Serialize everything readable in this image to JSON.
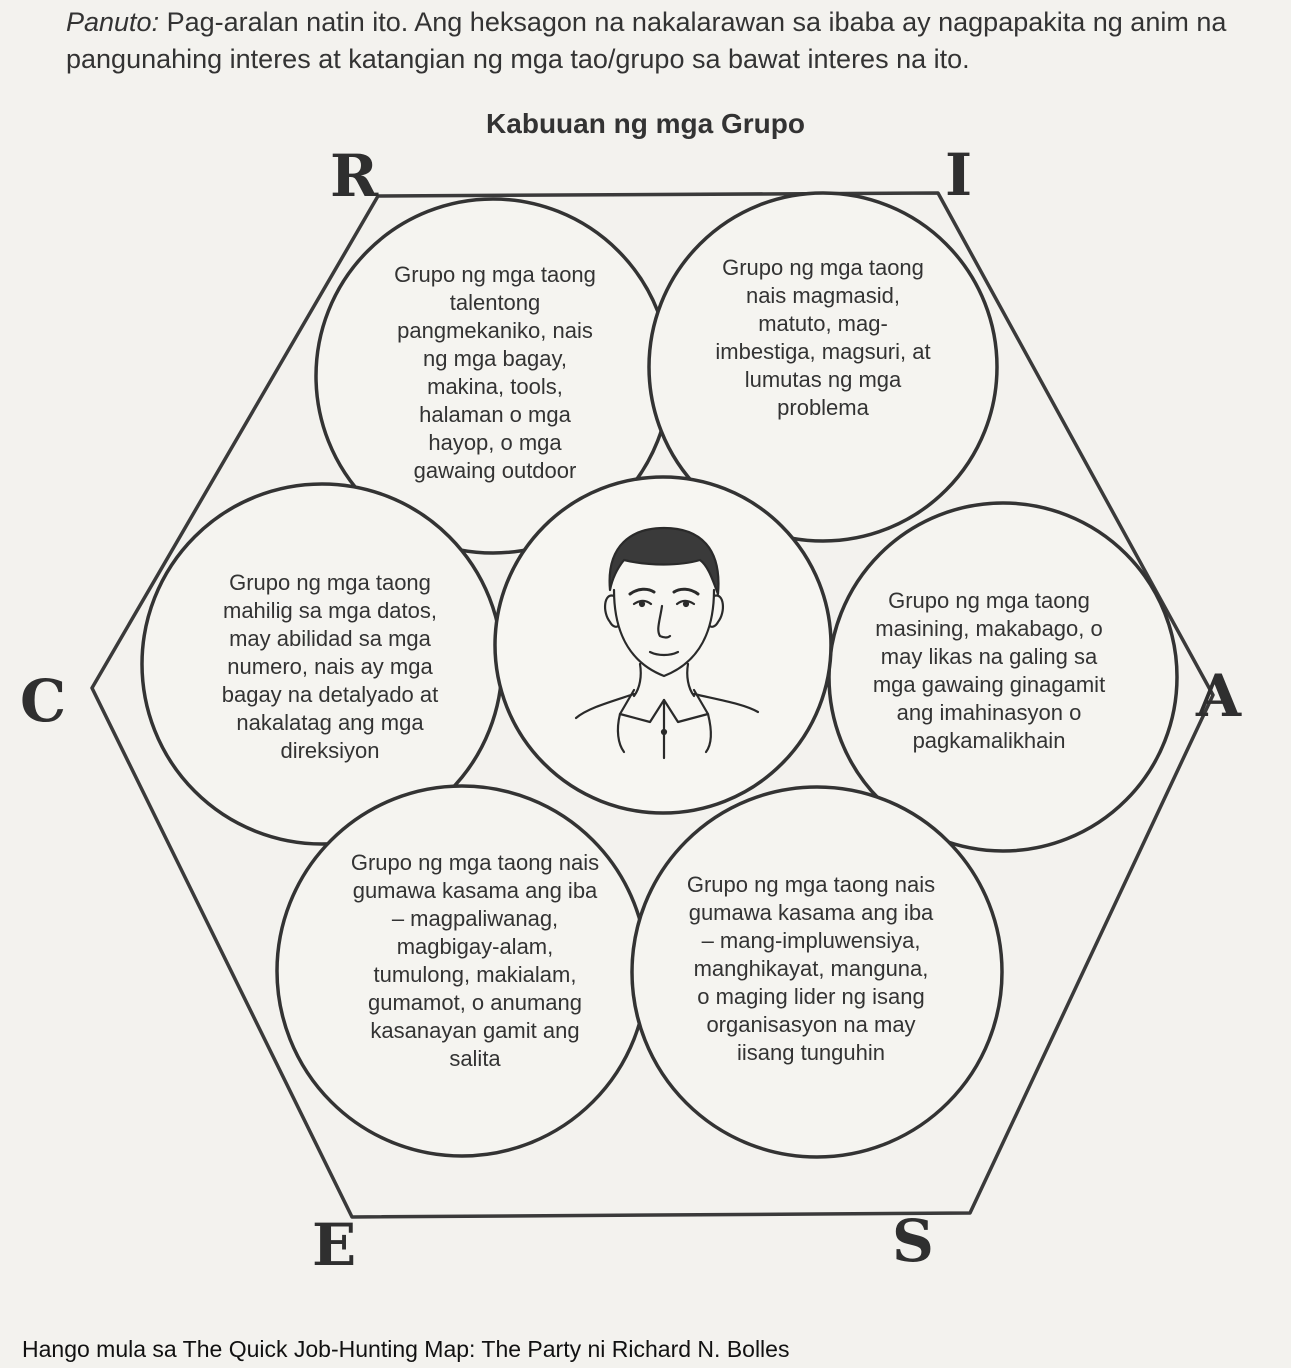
{
  "instructions": {
    "label": "Panuto:",
    "text": "Pag-aralan natin ito. Ang heksagon na nakalarawan sa ibaba ay nagpapakita ng anim na pangunahing interes at katangian ng mga tao/grupo sa bawat interes na ito."
  },
  "diagram": {
    "title": "Kabuuan ng mga Grupo",
    "corners": {
      "r": "R",
      "i": "I",
      "a": "A",
      "s": "S",
      "e": "E",
      "c": "C"
    },
    "groups": {
      "realistic": "Grupo ng mga taong talentong pangmekaniko, nais ng mga bagay, makina, tools, halaman o mga hayop, o mga gawaing outdoor",
      "investigative": "Grupo ng mga taong nais magmasid, matuto, mag-imbestiga, magsuri, at lumutas ng mga problema",
      "artistic": "Grupo ng mga taong masining, makabago, o may likas na galing sa mga gawaing ginagamit ang imahinasyon o pagkamalikhain",
      "social": "Grupo ng mga taong nais gumawa kasama ang iba – mang-impluwensiya, manghikayat, manguna, o maging lider ng isang organisasyon na may iisang tunguhin",
      "enterprising": "Grupo ng mga taong nais gumawa kasama ang iba – magpaliwanag, magbigay-alam, tumulong, makialam, gumamot, o anumang kasanayan gamit ang salita",
      "conventional": "Grupo ng mga taong mahilig sa mga datos, may abilidad sa mga numero, nais ay mga bagay na detalyado at nakalatag ang mga direksiyon"
    },
    "center_icon": "person-portrait-icon"
  },
  "source": "Hango mula sa The Quick Job-Hunting Map: The Party ni Richard N. Bolles"
}
